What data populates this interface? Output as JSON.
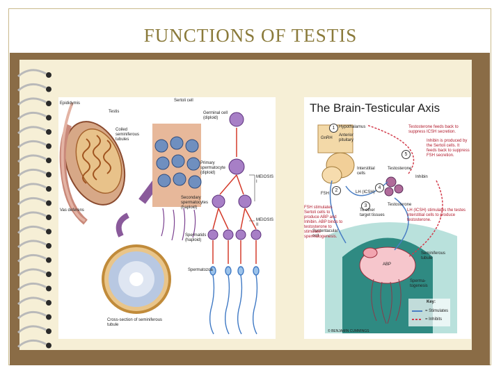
{
  "slide": {
    "title": "FUNCTIONS OF TESTIS"
  },
  "left_figure": {
    "labels": {
      "epididymis": "Epididymis",
      "testis": "Testis",
      "coiled_tubules": "Coiled seminiferous tubules",
      "vas_deferens": "Vas deferens",
      "cross_section": "Cross-section of seminiferous tubule",
      "sertoli_cell": "Sertoli cell",
      "germinal_cell": "Germinal cell (diploid)",
      "primary": "Primary spermatocyte (diploid)",
      "secondary": "Secondary spermatocytes (haploid)",
      "spermatids": "Spermatids (haploid)",
      "spermatozoa": "Spermatozoa",
      "meiosis_1": "MEIOSIS I",
      "meiosis_2": "MEIOSIS II"
    }
  },
  "right_figure": {
    "title": "The Brain-Testicular Axis",
    "labels": {
      "hypothalamus": "Hypothalamus",
      "gnrh": "GnRH",
      "anterior_pituitary": "Anterior pituitary",
      "interstitial_cells": "Interstitial cells",
      "testosterone": "Testosterone",
      "inhibin": "Inhibin",
      "fsh": "FSH",
      "lh": "LH (ICSH)",
      "to_other_target": "To other target tissues",
      "sustentacular": "Sustentacular cell",
      "abp": "ABP",
      "seminiferous_tubule": "Seminiferous tubule",
      "spermatogenesis": "Sperma-togenesis",
      "key": "Key:",
      "stimulates": "= Stimulates",
      "inhibits": "= Inhibits",
      "copyright": "© BENJAMIN CUMMINGS"
    },
    "notes": {
      "testosterone_feedback": "Testosterone feeds back to suppress ICSH secretion.",
      "inhibin_note": "Inhibin is produced by the Sertoli cells. It feeds back to suppress FSH secretion.",
      "fsh_note": "FSH stimulates Sertoli cells to produce ABP and Inhibin. ABP binds to testosterone to stimulate spermatogenesis.",
      "lh_note": "LH (ICSH) stimulates the testes interstitial cells to produce testosterone."
    },
    "steps": [
      "1",
      "2",
      "3",
      "4",
      "5"
    ]
  }
}
